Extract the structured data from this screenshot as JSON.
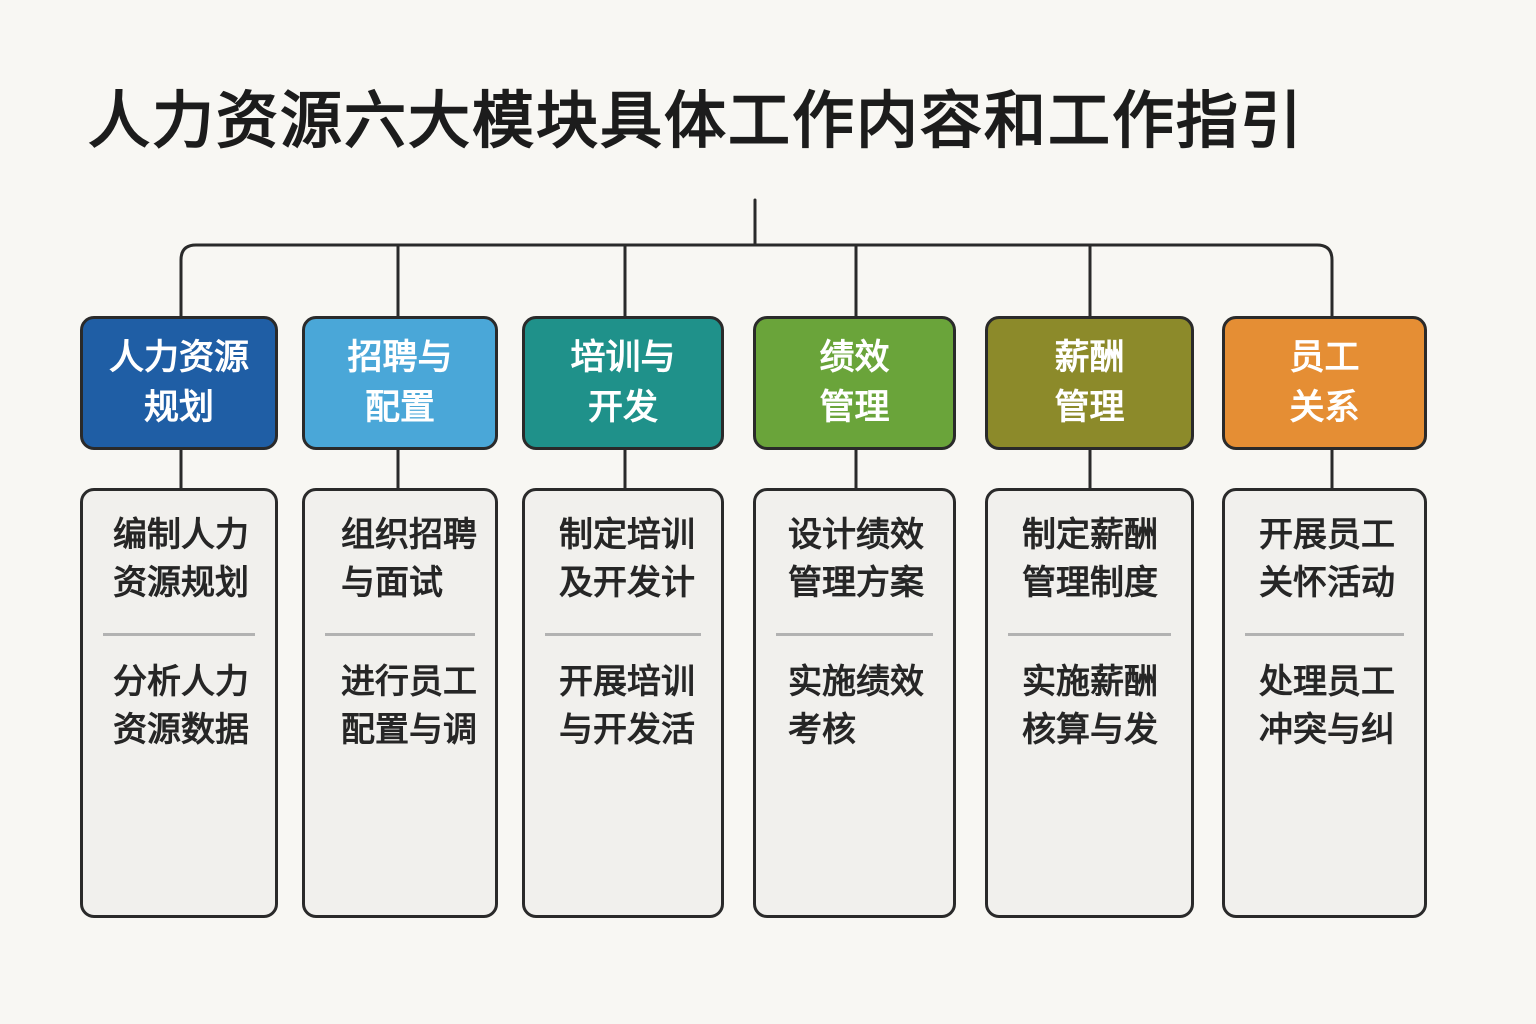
{
  "title": "人力资源六大模块具体工作内容和工作指引",
  "colors": {
    "module1": "#1f5ea5",
    "module2": "#4aa7d8",
    "module3": "#1f918a",
    "module4": "#6aa43a",
    "module5": "#8c8a2a",
    "module6": "#e58e34"
  },
  "modules": [
    {
      "name_line1": "人力资源",
      "name_line2": "规划",
      "items": [
        {
          "line1": "编制人力",
          "line2": "资源规划"
        },
        {
          "line1": "分析人力",
          "line2": "资源数据"
        }
      ]
    },
    {
      "name_line1": "招聘与",
      "name_line2": "配置",
      "items": [
        {
          "line1": "组织招聘",
          "line2": "与面试"
        },
        {
          "line1": "进行员工",
          "line2": "配置与调"
        }
      ]
    },
    {
      "name_line1": "培训与",
      "name_line2": "开发",
      "items": [
        {
          "line1": "制定培训",
          "line2": "及开发计"
        },
        {
          "line1": "开展培训",
          "line2": "与开发活"
        }
      ]
    },
    {
      "name_line1": "绩效",
      "name_line2": "管理",
      "items": [
        {
          "line1": "设计绩效",
          "line2": "管理方案"
        },
        {
          "line1": "实施绩效",
          "line2": "考核"
        }
      ]
    },
    {
      "name_line1": "薪酬",
      "name_line2": "管理",
      "items": [
        {
          "line1": "制定薪酬",
          "line2": "管理制度"
        },
        {
          "line1": "实施薪酬",
          "line2": "核算与发"
        }
      ]
    },
    {
      "name_line1": "员工",
      "name_line2": "关系",
      "items": [
        {
          "line1": "开展员工",
          "line2": "关怀活动"
        },
        {
          "line1": "处理员工",
          "line2": "冲突与纠"
        }
      ]
    }
  ]
}
